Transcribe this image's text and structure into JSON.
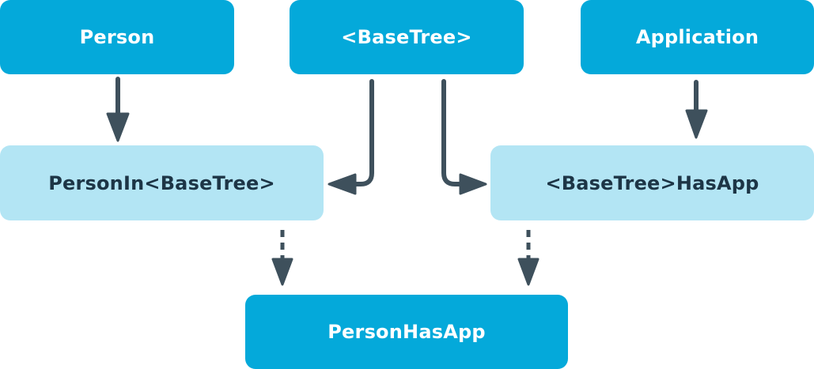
{
  "diagram": {
    "nodes": {
      "person": "Person",
      "basetree": "<BaseTree>",
      "application": "Application",
      "person_in_basetree": "PersonIn<BaseTree>",
      "basetree_has_app": "<BaseTree>HasApp",
      "person_has_app": "PersonHasApp"
    },
    "edges": [
      {
        "from": "Person",
        "to": "PersonIn<BaseTree>",
        "style": "solid"
      },
      {
        "from": "<BaseTree>",
        "to": "PersonIn<BaseTree>",
        "style": "solid"
      },
      {
        "from": "<BaseTree>",
        "to": "<BaseTree>HasApp",
        "style": "solid"
      },
      {
        "from": "Application",
        "to": "<BaseTree>HasApp",
        "style": "solid"
      },
      {
        "from": "PersonIn<BaseTree>",
        "to": "PersonHasApp",
        "style": "dashed"
      },
      {
        "from": "<BaseTree>HasApp",
        "to": "PersonHasApp",
        "style": "dashed"
      }
    ],
    "colors": {
      "primary_box": "#04a9da",
      "secondary_box": "#b3e5f4",
      "primary_text": "#ffffff",
      "secondary_text": "#1d3546",
      "arrow": "#3e505c"
    }
  }
}
